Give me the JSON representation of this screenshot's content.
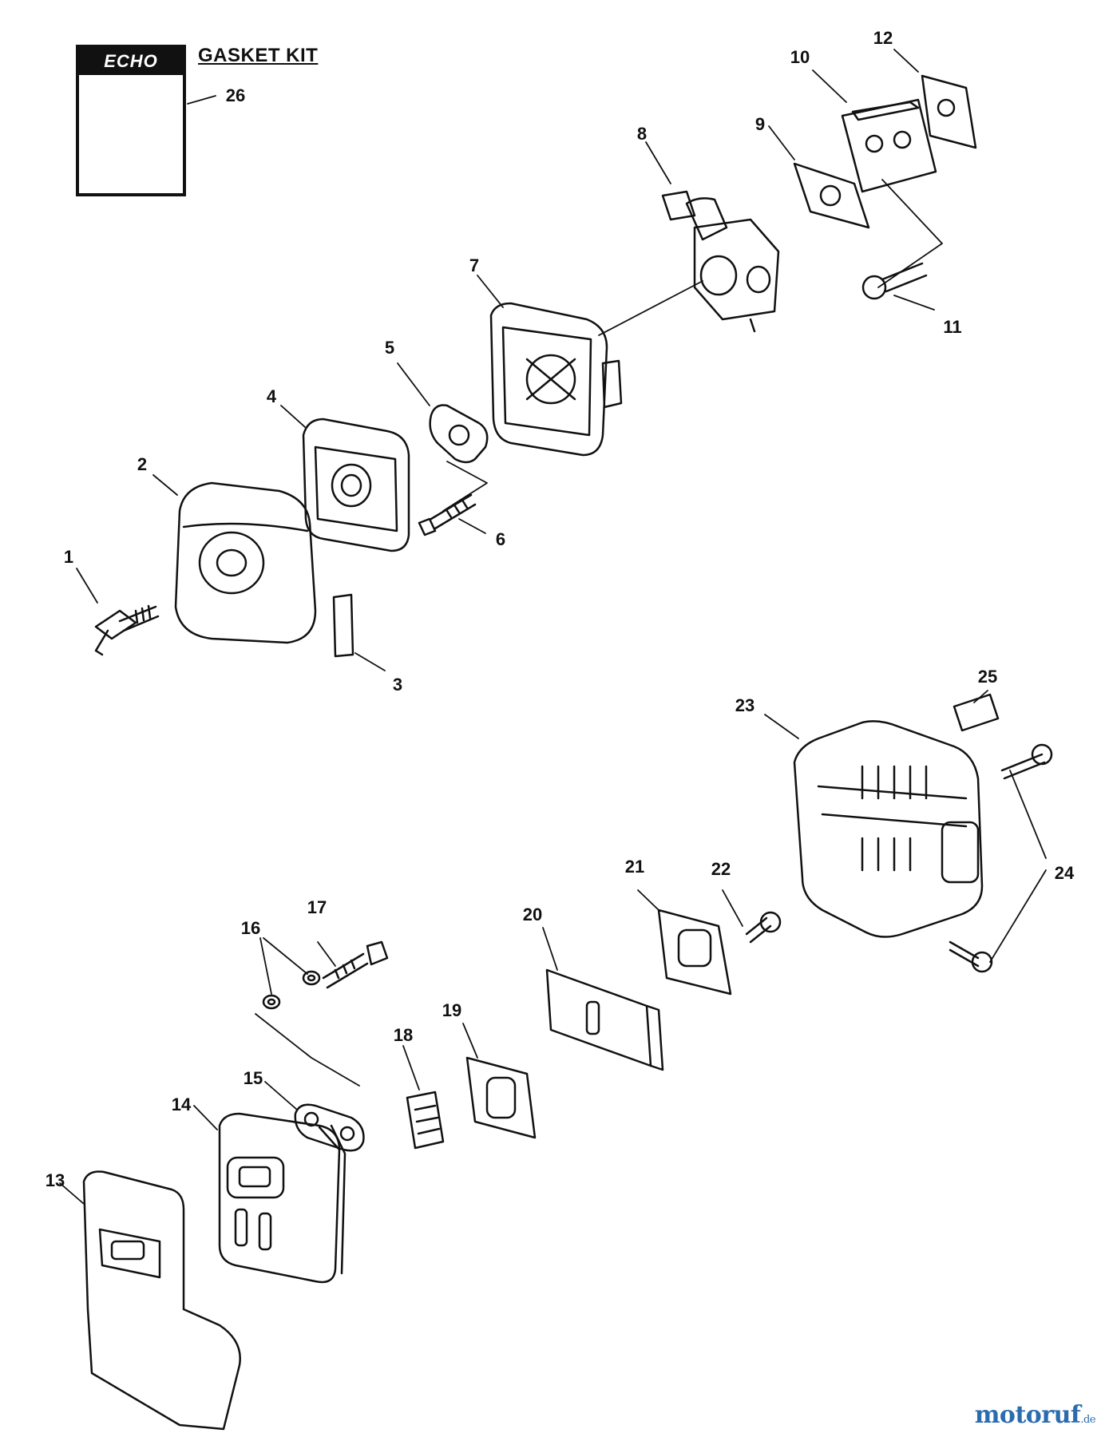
{
  "kit": {
    "title": "GASKET KIT",
    "logo_text": "ECHO"
  },
  "callouts": [
    {
      "id": "1",
      "label": "1"
    },
    {
      "id": "2",
      "label": "2"
    },
    {
      "id": "3",
      "label": "3"
    },
    {
      "id": "4",
      "label": "4"
    },
    {
      "id": "5",
      "label": "5"
    },
    {
      "id": "6",
      "label": "6"
    },
    {
      "id": "7",
      "label": "7"
    },
    {
      "id": "8",
      "label": "8"
    },
    {
      "id": "9",
      "label": "9"
    },
    {
      "id": "10",
      "label": "10"
    },
    {
      "id": "11",
      "label": "11"
    },
    {
      "id": "12",
      "label": "12"
    },
    {
      "id": "13",
      "label": "13"
    },
    {
      "id": "14",
      "label": "14"
    },
    {
      "id": "15",
      "label": "15"
    },
    {
      "id": "16",
      "label": "16"
    },
    {
      "id": "17",
      "label": "17"
    },
    {
      "id": "18",
      "label": "18"
    },
    {
      "id": "19",
      "label": "19"
    },
    {
      "id": "20",
      "label": "20"
    },
    {
      "id": "21",
      "label": "21"
    },
    {
      "id": "22",
      "label": "22"
    },
    {
      "id": "23",
      "label": "23"
    },
    {
      "id": "24",
      "label": "24"
    },
    {
      "id": "25",
      "label": "25"
    },
    {
      "id": "26",
      "label": "26"
    }
  ],
  "watermark": {
    "brand": "motoruf",
    "tld": ".de"
  },
  "colors": {
    "line": "#111111",
    "watermark": "#2b6cb0"
  }
}
